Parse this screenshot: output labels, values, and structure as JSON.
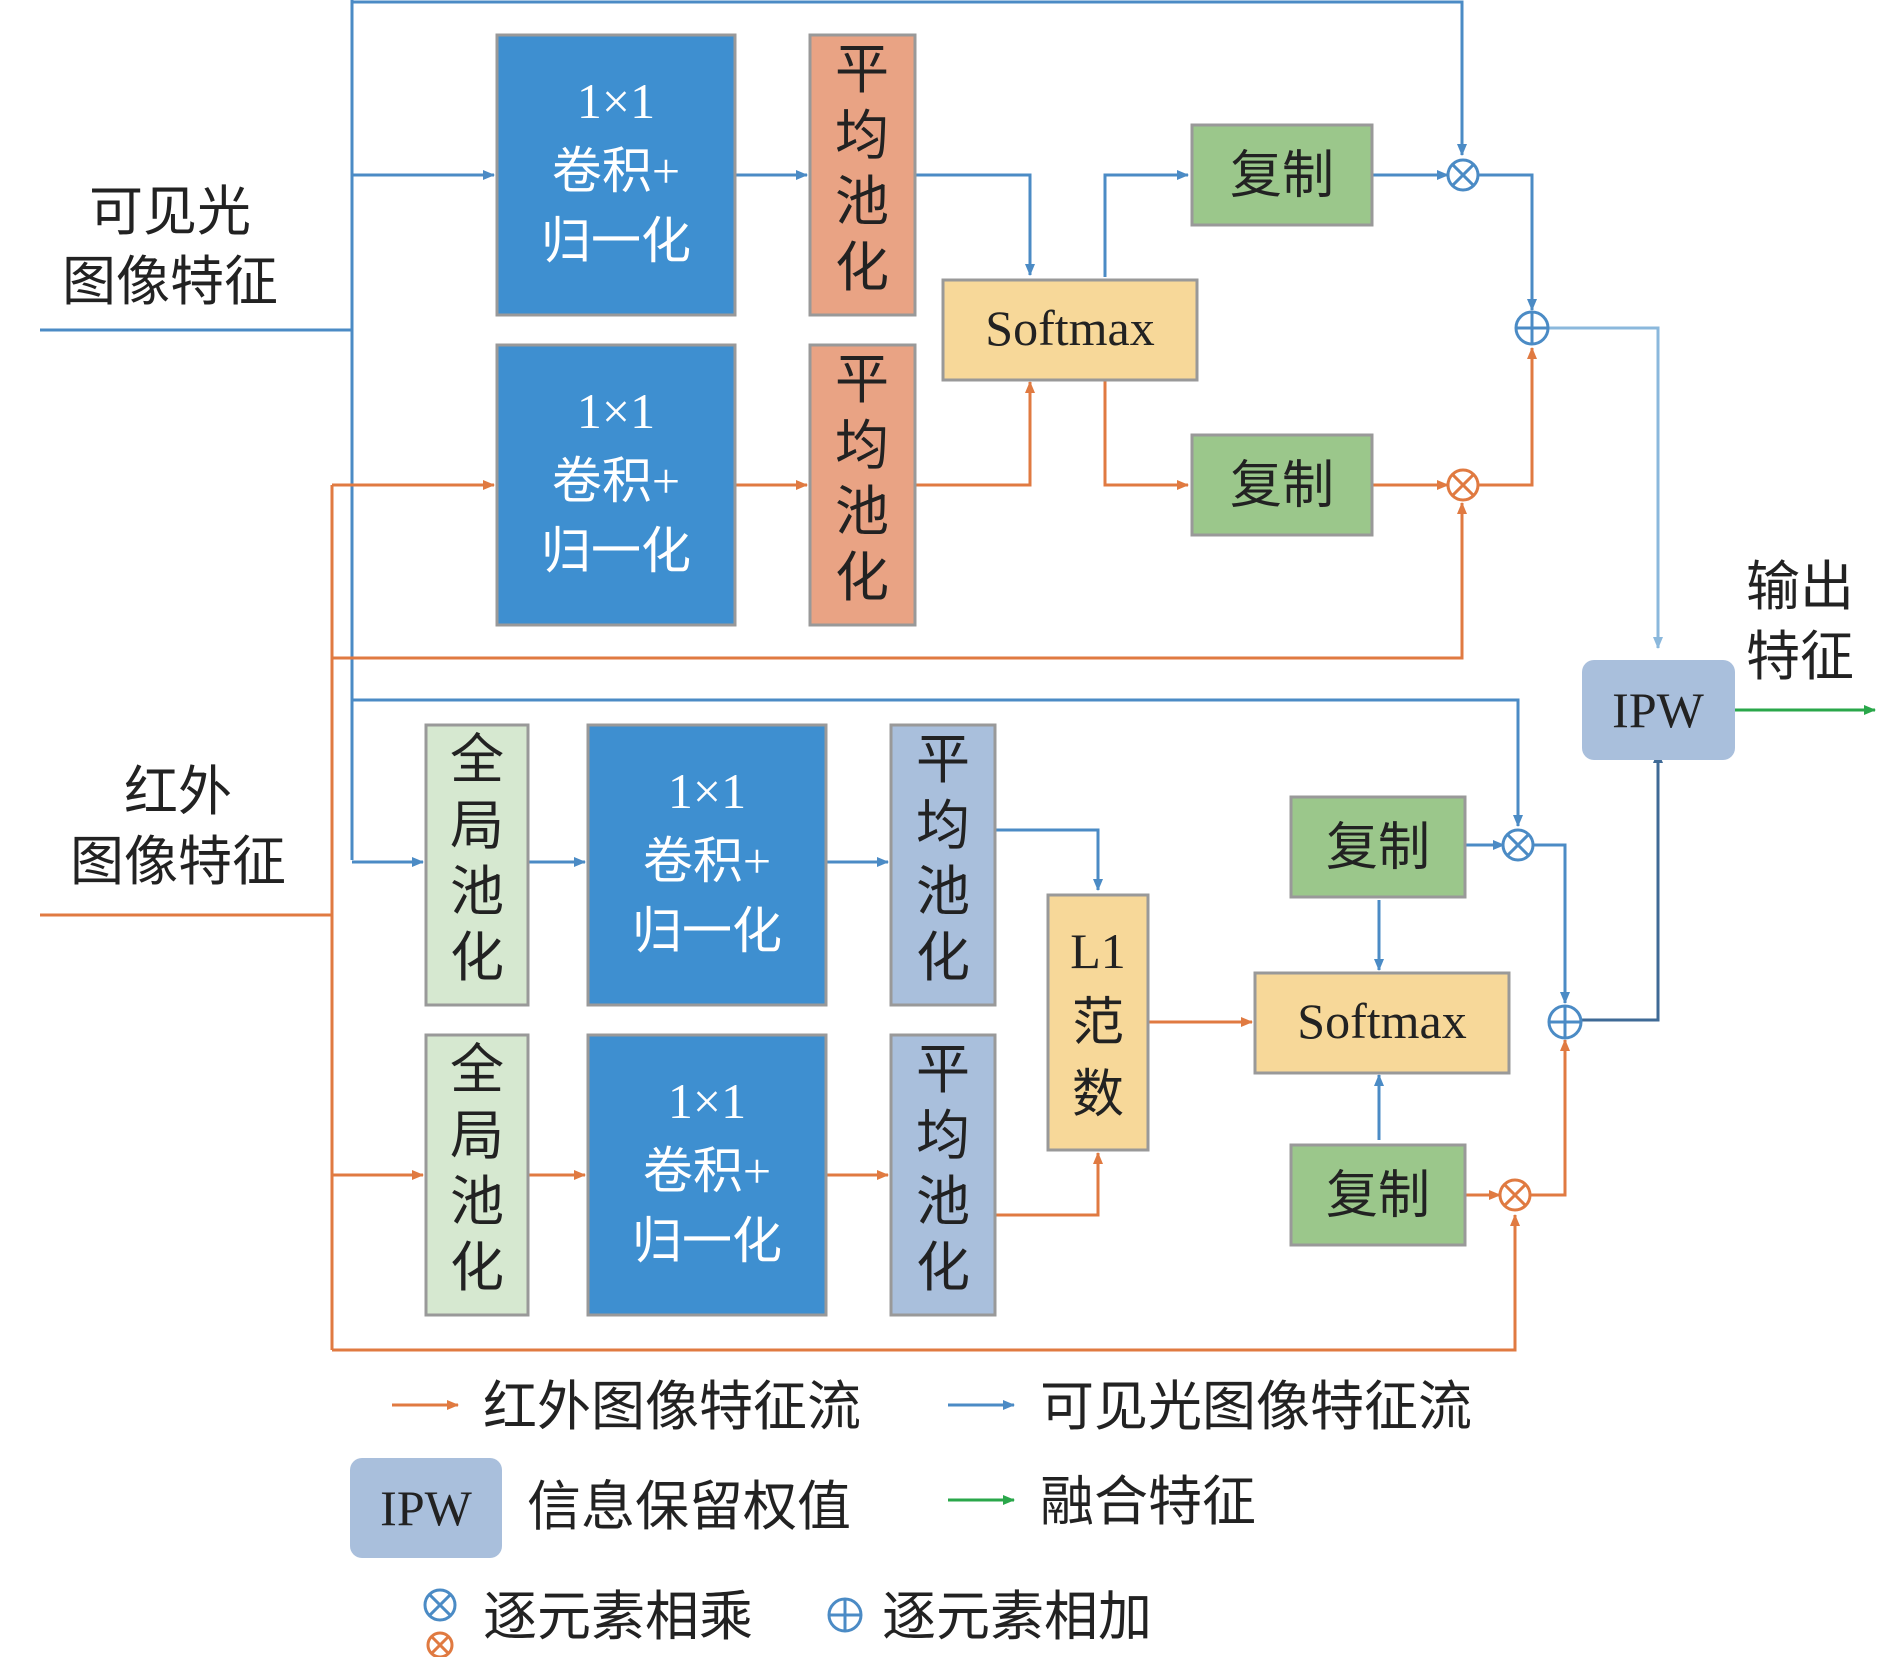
{
  "inputs": {
    "visible": [
      "可见光",
      "图像特征"
    ],
    "infrared": [
      "红外",
      "图像特征"
    ]
  },
  "blocks": {
    "conv": [
      "1×1",
      "卷积+",
      "归一化"
    ],
    "avgpool": [
      "平",
      "均",
      "池",
      "化"
    ],
    "globalpool": [
      "全",
      "局",
      "池",
      "化"
    ],
    "softmax": "Softmax",
    "copy": "复制",
    "l1norm": [
      "L1",
      "范",
      "数"
    ],
    "ipw": "IPW"
  },
  "output": [
    "输出",
    "特征"
  ],
  "operators": {
    "multiply": "⊗",
    "add": "⊕"
  },
  "legend": {
    "infrared_flow": "红外图像特征流",
    "visible_flow": "可见光图像特征流",
    "ipw_box": "IPW",
    "ipw_desc": "信息保留权值",
    "fused": "融合特征",
    "multiply": "逐元素相乘",
    "add": "逐元素相加"
  },
  "colors": {
    "visible": "#4b8bc5",
    "infrared": "#e07a41",
    "conv": "#3e8fd0",
    "avgpool_top": "#e9a384",
    "avgpool_bottom": "#a9bfdc",
    "globalpool": "#d6e8d0",
    "softmax": "#f7d899",
    "copy": "#9bc78b",
    "ipw": "#a9bfdc",
    "fused": "#2aa74a",
    "border": "#999999"
  }
}
